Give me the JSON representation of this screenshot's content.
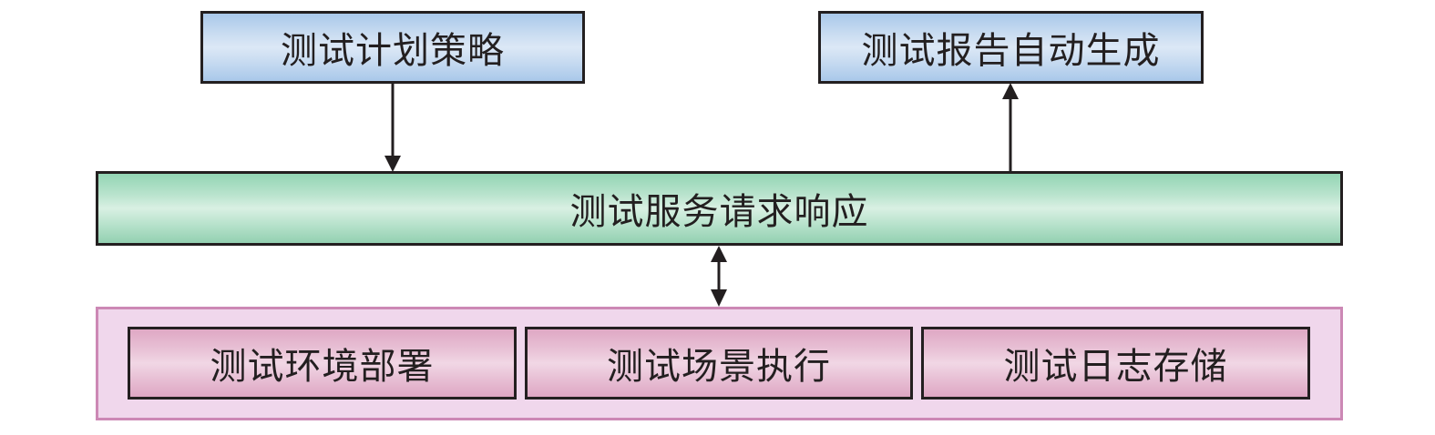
{
  "diagram": {
    "top_left": {
      "label": "测试计划策略"
    },
    "top_right": {
      "label": "测试报告自动生成"
    },
    "middle": {
      "label": "测试服务请求响应"
    },
    "bottom": {
      "items": [
        {
          "label": "测试环境部署"
        },
        {
          "label": "测试场景执行"
        },
        {
          "label": "测试日志存储"
        }
      ]
    },
    "edges": [
      {
        "from": "测试计划策略",
        "to": "测试服务请求响应",
        "direction": "down"
      },
      {
        "from": "测试服务请求响应",
        "to": "测试报告自动生成",
        "direction": "up"
      },
      {
        "from": "测试服务请求响应",
        "to": "bottom-layer",
        "direction": "bidirectional"
      }
    ]
  },
  "colors": {
    "blue_box": "#c9dcf1",
    "green_bar": "#b9e3cd",
    "pink_box": "#e9c3d7",
    "pink_container": "#f0d7ec",
    "pink_container_border": "#cc88b5",
    "border": "#231f20"
  }
}
